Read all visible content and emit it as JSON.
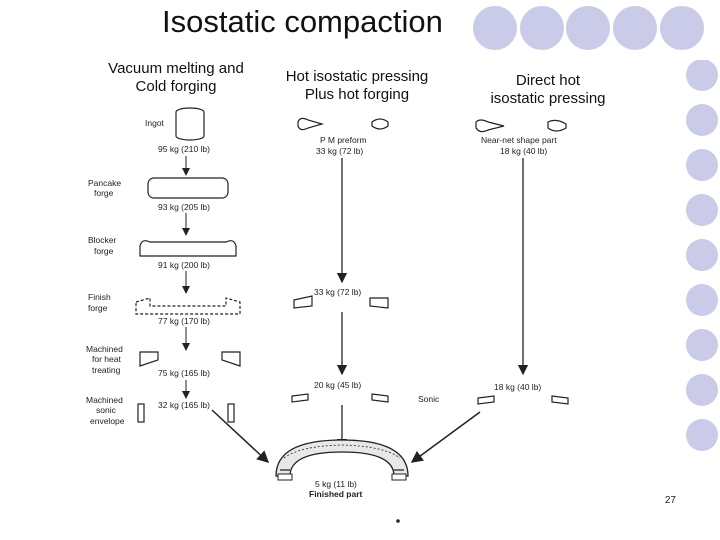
{
  "slide": {
    "title": "Isostatic compaction",
    "page_number": "27"
  },
  "columns": {
    "left": {
      "heading_line1": "Vacuum melting and",
      "heading_line2": "Cold forging"
    },
    "middle": {
      "heading_line1": "Hot isostatic pressing",
      "heading_line2": "Plus hot forging"
    },
    "right": {
      "heading_line1": "Direct hot",
      "heading_line2": "isostatic pressing"
    }
  },
  "left_process": {
    "stages": [
      {
        "label": "Ingot",
        "weight": "95 kg (210 lb)"
      },
      {
        "label": "Pancake forge",
        "weight": "93 kg (205 lb)"
      },
      {
        "label": "Blocker forge",
        "weight": "91 kg (200 lb)"
      },
      {
        "label": "Finish forge",
        "weight": "77 kg (170 lb)"
      },
      {
        "label": "Machined for heat treating",
        "weight": "75 kg (165 lb)"
      },
      {
        "label": "Machined sonic envelope",
        "weight": "32 kg (165 lb)"
      }
    ],
    "side_labels": {
      "pancake_1": "Pancake",
      "pancake_2": "forge",
      "blocker_1": "Blocker",
      "blocker_2": "forge",
      "finish_1": "Finish",
      "finish_2": "forge",
      "machined_1": "Machined",
      "machined_2": "for heat",
      "machined_3": "treating",
      "sonic_1": "Machined",
      "sonic_2": "sonic",
      "sonic_3": "envelope"
    }
  },
  "middle_process": {
    "preform_label": "P M preform",
    "preform_weight": "33 kg (72 lb)",
    "forged_weight": "33 kg (72 lb)",
    "machined_weight": "20 kg (45 lb)",
    "sonic_label": "Sonic"
  },
  "right_process": {
    "part_label": "Near-net shape part",
    "part_weight": "18 kg (40 lb)",
    "final_weight": "18 kg (40 lb)"
  },
  "finished": {
    "weight": "5 kg (11 lb)",
    "label": "Finished part"
  }
}
